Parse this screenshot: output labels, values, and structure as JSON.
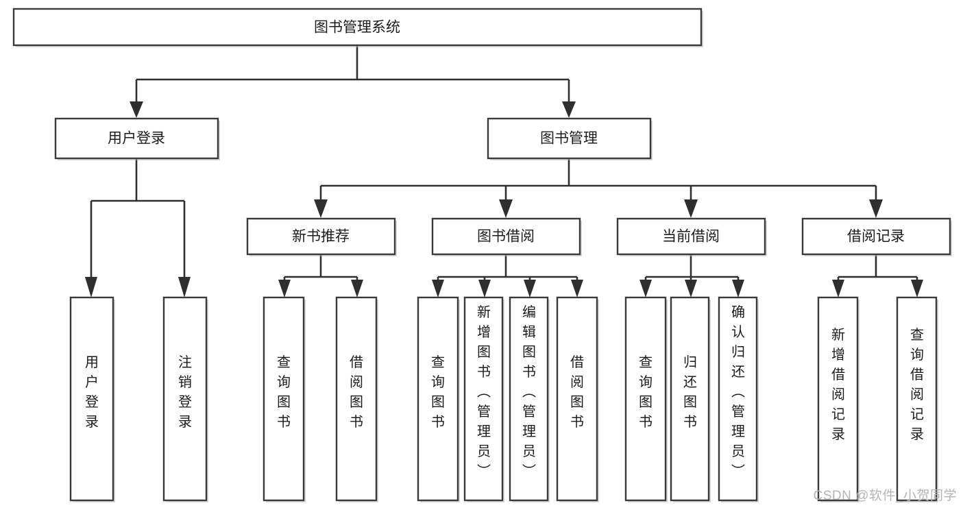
{
  "diagram": {
    "title_node": {
      "id": "root",
      "label": "图书管理系统",
      "orientation": "horizontal"
    },
    "level1": [
      {
        "id": "user-login",
        "label": "用户登录",
        "orientation": "horizontal"
      },
      {
        "id": "book-management",
        "label": "图书管理",
        "orientation": "horizontal"
      }
    ],
    "level2": [
      {
        "id": "new-book-recommend",
        "label": "新书推荐",
        "orientation": "horizontal",
        "parent": "book-management"
      },
      {
        "id": "book-borrow",
        "label": "图书借阅",
        "orientation": "horizontal",
        "parent": "book-management"
      },
      {
        "id": "current-borrow",
        "label": "当前借阅",
        "orientation": "horizontal",
        "parent": "book-management"
      },
      {
        "id": "borrow-record",
        "label": "借阅记录",
        "orientation": "horizontal",
        "parent": "book-management"
      }
    ],
    "leaves": [
      {
        "id": "leaf-user-login",
        "label": "用户登录",
        "orientation": "vertical",
        "parent": "user-login"
      },
      {
        "id": "leaf-user-logout",
        "label": "注销登录",
        "orientation": "vertical",
        "parent": "user-login"
      },
      {
        "id": "leaf-query-book-1",
        "label": "查询图书",
        "orientation": "vertical",
        "parent": "new-book-recommend"
      },
      {
        "id": "leaf-borrow-book-1",
        "label": "借阅图书",
        "orientation": "vertical",
        "parent": "new-book-recommend"
      },
      {
        "id": "leaf-query-book-2",
        "label": "查询图书",
        "orientation": "vertical",
        "parent": "book-borrow"
      },
      {
        "id": "leaf-add-book",
        "label": "新增图书（管理员）",
        "orientation": "vertical",
        "parent": "book-borrow"
      },
      {
        "id": "leaf-edit-book",
        "label": "编辑图书（管理员）",
        "orientation": "vertical",
        "parent": "book-borrow"
      },
      {
        "id": "leaf-borrow-book-2",
        "label": "借阅图书",
        "orientation": "vertical",
        "parent": "book-borrow"
      },
      {
        "id": "leaf-query-book-3",
        "label": "查询图书",
        "orientation": "vertical",
        "parent": "current-borrow"
      },
      {
        "id": "leaf-return-book",
        "label": "归还图书",
        "orientation": "vertical",
        "parent": "current-borrow"
      },
      {
        "id": "leaf-confirm-return",
        "label": "确认归还（管理员）",
        "orientation": "vertical",
        "parent": "current-borrow"
      },
      {
        "id": "leaf-add-record",
        "label": "新增借阅记录",
        "orientation": "vertical",
        "parent": "borrow-record"
      },
      {
        "id": "leaf-query-record",
        "label": "查询借阅记录",
        "orientation": "vertical",
        "parent": "borrow-record"
      }
    ]
  },
  "watermark": {
    "text": "CSDN @软件_小贺同学"
  },
  "colors": {
    "background": "#ffffff",
    "box_stroke": "#3a3a3a",
    "connector": "#2f2f2f",
    "text": "#1c1c1c",
    "watermark": "#b4b4b4"
  }
}
